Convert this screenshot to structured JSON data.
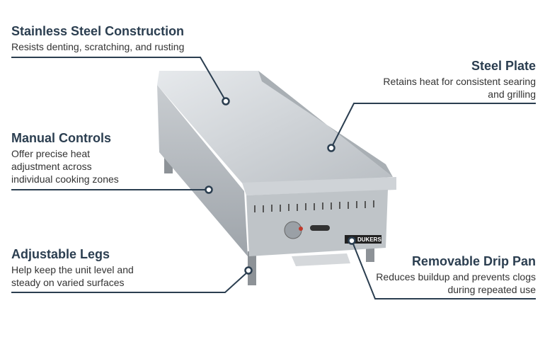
{
  "callouts": [
    {
      "title": "Stainless Steel Construction",
      "desc": "Resists denting, scratching, and rusting"
    },
    {
      "title": "Steel Plate",
      "desc": "Retains heat for consistent searing and grilling"
    },
    {
      "title": "Manual Controls",
      "desc": "Offer precise heat adjustment across individual cooking zones"
    },
    {
      "title": "Adjustable Legs",
      "desc": "Help keep the unit level and steady on varied surfaces"
    },
    {
      "title": "Removable Drip Pan",
      "desc": "Reduces buildup and prevents clogs during repeated use"
    }
  ],
  "brand": "DUKERS",
  "colors": {
    "accent": "#2b3e50"
  }
}
